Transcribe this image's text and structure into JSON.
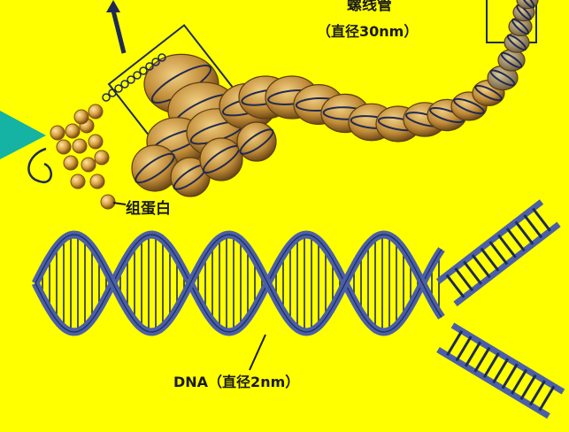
{
  "labels": {
    "solenoid": "螺线管",
    "solenoid_diameter": "（直径30nm）",
    "histone": "组蛋白",
    "dna": "DNA（直径2nm）"
  },
  "colors": {
    "background": "#ffff00",
    "dna_strand": "#4a5fa8",
    "dna_rung": "#e8ecf5",
    "histone_bead": "#d9a040",
    "fiber_bead": "#c98f3a",
    "arrow": "#14b3a3",
    "outline": "#1e2a55"
  },
  "icons": {
    "pointer": "teal-triangle-arrow",
    "up": "up-arrow"
  }
}
